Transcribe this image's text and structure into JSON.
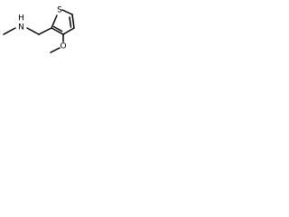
{
  "structure": {
    "atoms": {
      "sulfur": "S",
      "nitrogen_h": "H",
      "nitrogen": "N",
      "oxygen": "O"
    },
    "colors": {
      "bond": "#000000",
      "label": "#000000",
      "background": "#ffffff"
    }
  }
}
